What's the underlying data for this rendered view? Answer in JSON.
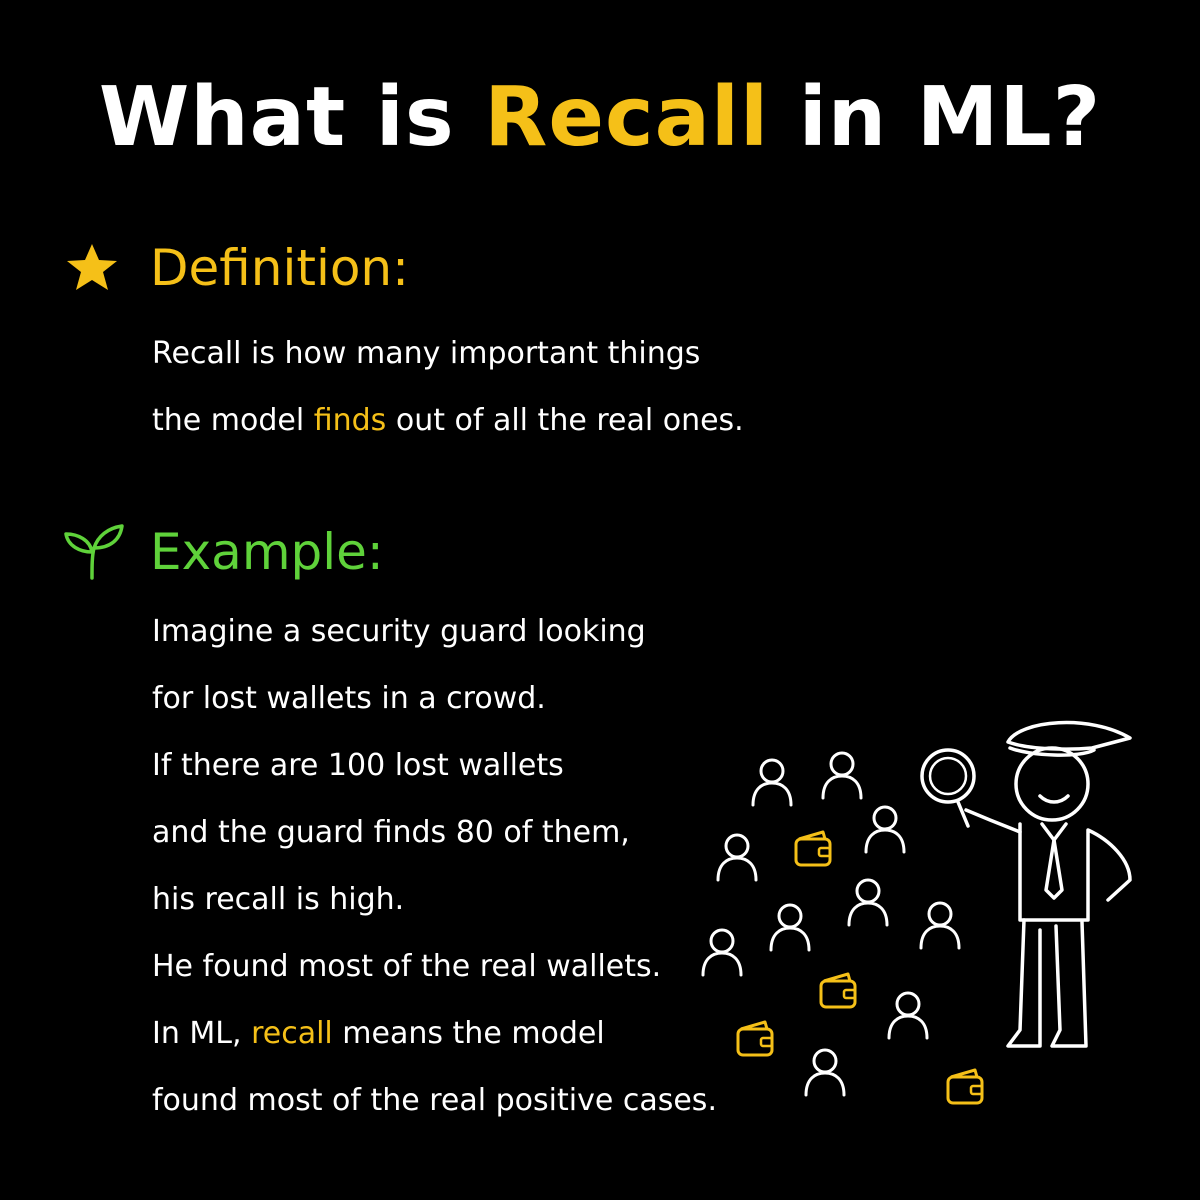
{
  "title": {
    "before": "What is ",
    "highlight": "Recall",
    "after": " in ML?"
  },
  "definition": {
    "heading": "Definition:",
    "icon": "star-icon",
    "line1": "Recall is how many important things",
    "line2_before": "the model ",
    "line2_highlight": "finds",
    "line2_after": " out of all the real ones."
  },
  "example": {
    "heading": "Example:",
    "icon": "sprout-icon",
    "lines": [
      "Imagine a security guard looking",
      "for lost wallets in a crowd.",
      "If there are 100 lost wallets",
      "and the guard finds 80 of them,",
      "his recall is high.",
      "He found most of the real wallets."
    ],
    "line7_before": "In ML, ",
    "line7_highlight": "recall",
    "line7_after": " means the model",
    "line8": "found most of the real positive cases."
  },
  "colors": {
    "background": "#000000",
    "accent": "#f5c018",
    "green": "#5fd23a",
    "text": "#ffffff"
  },
  "illustration": {
    "icons": [
      "person-icon",
      "wallet-icon",
      "guard-icon",
      "magnifier-icon"
    ]
  }
}
